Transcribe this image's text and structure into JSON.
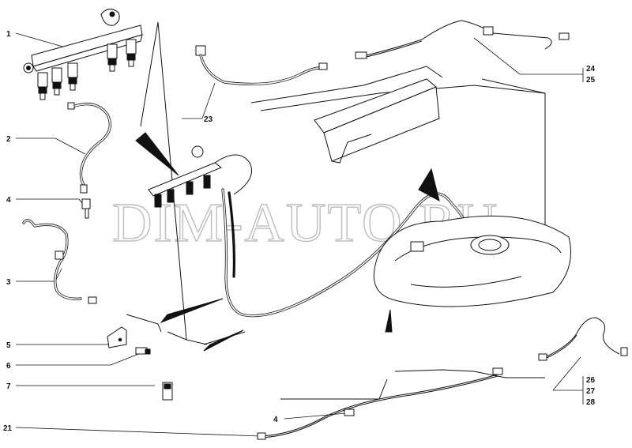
{
  "watermark": "DIM-AUTO.RU",
  "callouts": {
    "c1": "1",
    "c2": "2",
    "c4a": "4",
    "c3": "3",
    "c5": "5",
    "c6": "6",
    "c7": "7",
    "c21": "21",
    "c23": "23",
    "c4b": "4",
    "c24": "24",
    "c25": "25",
    "c26": "26",
    "c27": "27",
    "c28": "28"
  },
  "colors": {
    "line": "#111111",
    "background": "#ffffff",
    "watermark": "#bdbdbd"
  }
}
